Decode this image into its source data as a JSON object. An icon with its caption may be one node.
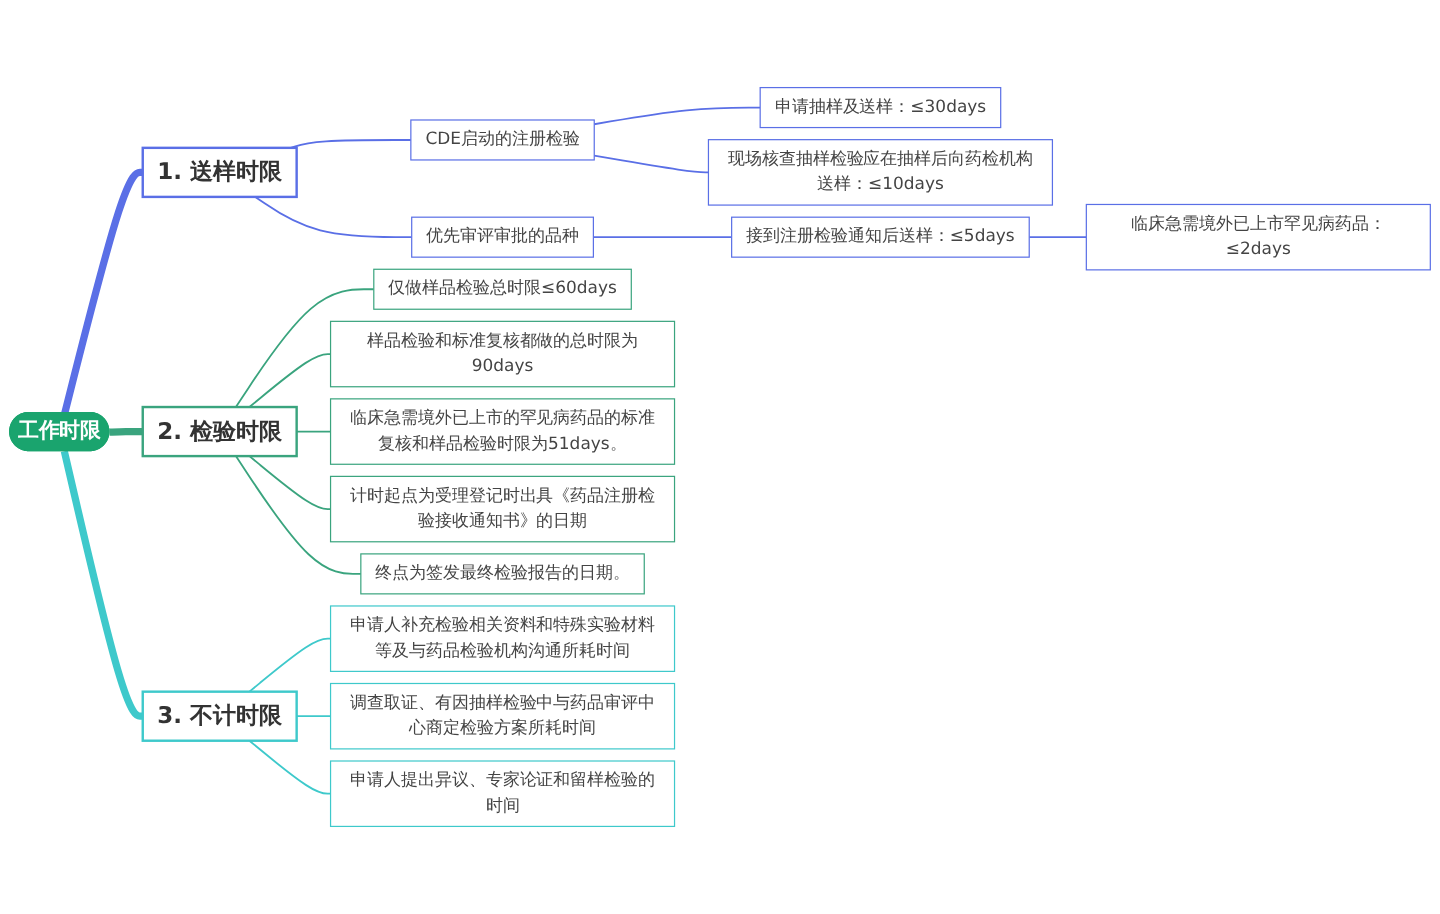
{
  "diagram": {
    "nodes": [
      {
        "text": [
          "工作时限"
        ]
      },
      {
        "text": [
          "1. 送样时限"
        ]
      },
      {
        "text": [
          "CDE启动的注册检验"
        ]
      },
      {
        "text": [
          "申请抽样及送样：≤30days"
        ]
      },
      {
        "text": [
          "现场核查抽样检验应在抽样后向药检机构送样：≤10days"
        ]
      },
      {
        "text": [
          "优先审评审批的品种"
        ]
      },
      {
        "text": [
          "接到注册检验通知后送样：≤5days"
        ]
      },
      {
        "text": [
          "临床急需境外已上市罕见病药品：≤2days"
        ]
      },
      {
        "text": [
          "2. 检验时限"
        ]
      },
      {
        "text": [
          "仅做样品检验总时限≤60days"
        ]
      },
      {
        "text": [
          "样品检验和标准复核都做的总时限为90days"
        ]
      },
      {
        "text": [
          "临床急需境外已上市的罕见病药品的标准复核和样品检验时限为51days。"
        ]
      },
      {
        "text": [
          "计时起点为受理登记时出具《药品注册检验接收通知书》的日期"
        ]
      },
      {
        "text": [
          "终点为签发最终检验报告的日期。"
        ]
      },
      {
        "text": [
          "3. 不计时限"
        ]
      },
      {
        "text": [
          "申请人补充检验相关资料和特殊实验材料等及与药品检验机构沟通所耗时间"
        ]
      },
      {
        "text": [
          "调查取证、有因抽样检验中与药品审评中心商定检验方案所耗时间"
        ]
      },
      {
        "text": [
          "申请人提出异议、专家论证和留样检验的时间"
        ]
      }
    ],
    "edges": [
      {
        "from": 0,
        "to": 1,
        "arrow": "none",
        "style": "thick",
        "color": "#5a6fe6"
      },
      {
        "from": 1,
        "to": 2,
        "arrow": "none",
        "color": "#5a6fe6"
      },
      {
        "from": 2,
        "to": 3,
        "arrow": "none",
        "color": "#5a6fe6"
      },
      {
        "from": 2,
        "to": 4,
        "arrow": "none",
        "color": "#5a6fe6"
      },
      {
        "from": 1,
        "to": 5,
        "arrow": "none",
        "color": "#5a6fe6"
      },
      {
        "from": 5,
        "to": 6,
        "arrow": "none",
        "color": "#5a6fe6"
      },
      {
        "from": 6,
        "to": 7,
        "arrow": "none",
        "color": "#5a6fe6"
      },
      {
        "from": 0,
        "to": 8,
        "arrow": "none",
        "style": "thick",
        "color": "#3aa47e"
      },
      {
        "from": 8,
        "to": 9,
        "arrow": "none",
        "color": "#3aa47e"
      },
      {
        "from": 8,
        "to": 10,
        "arrow": "none",
        "color": "#3aa47e"
      },
      {
        "from": 8,
        "to": 11,
        "arrow": "none",
        "color": "#3aa47e"
      },
      {
        "from": 8,
        "to": 12,
        "arrow": "none",
        "color": "#3aa47e"
      },
      {
        "from": 8,
        "to": 13,
        "arrow": "none",
        "color": "#3aa47e"
      },
      {
        "from": 0,
        "to": 14,
        "arrow": "none",
        "style": "thick",
        "color": "#3ec9cb"
      },
      {
        "from": 14,
        "to": 15,
        "arrow": "none",
        "color": "#3ec9cb"
      },
      {
        "from": 14,
        "to": 16,
        "arrow": "none",
        "color": "#3ec9cb"
      },
      {
        "from": 14,
        "to": 17,
        "arrow": "none",
        "color": "#3ec9cb"
      }
    ]
  }
}
